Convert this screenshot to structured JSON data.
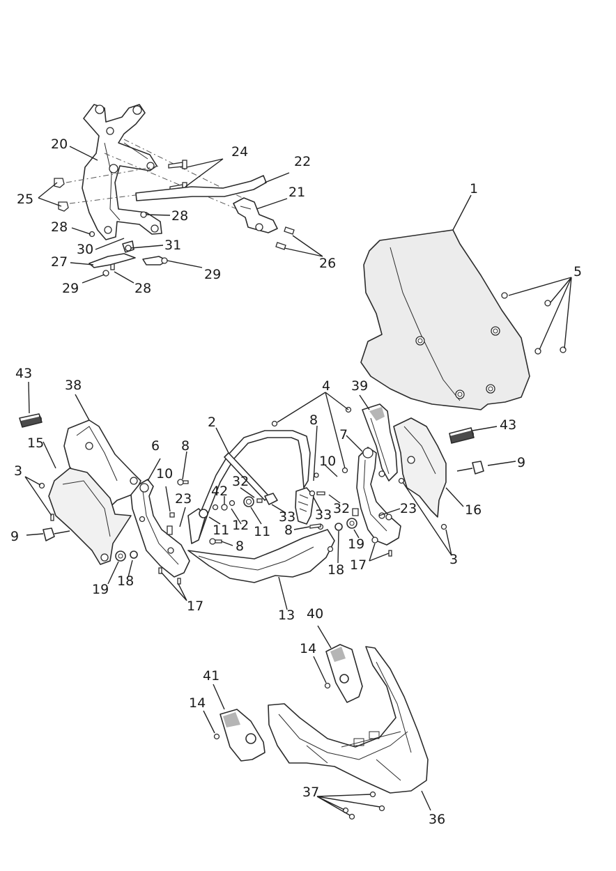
{
  "diagram": {
    "labels": [
      "1",
      "2",
      "3",
      "4",
      "5",
      "6",
      "7",
      "8",
      "9",
      "10",
      "11",
      "12",
      "13",
      "14",
      "15",
      "16",
      "17",
      "18",
      "19",
      "20",
      "21",
      "22",
      "23",
      "24",
      "25",
      "26",
      "27",
      "28",
      "29",
      "30",
      "31",
      "32",
      "33",
      "36",
      "37",
      "38",
      "39",
      "40",
      "41",
      "42",
      "43"
    ]
  }
}
